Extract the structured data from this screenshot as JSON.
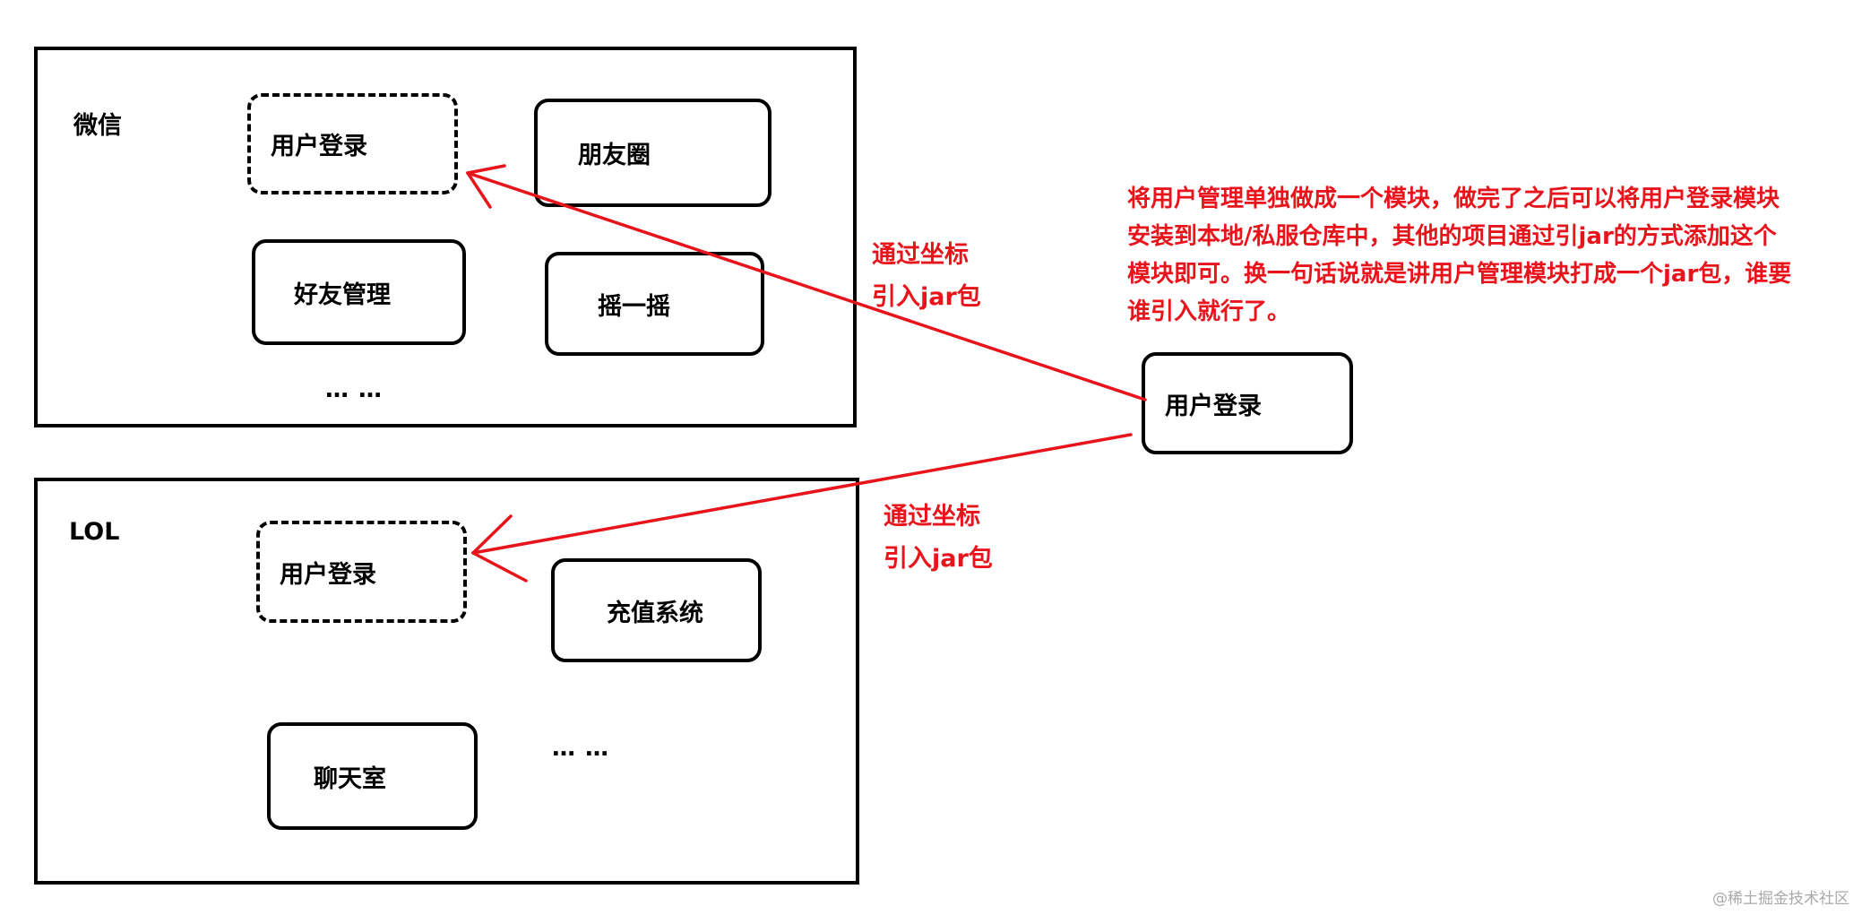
{
  "groups": {
    "wechat": {
      "label": "微信",
      "modules": {
        "login": "用户登录",
        "moments": "朋友圈",
        "friends": "好友管理",
        "shake": "摇一摇"
      },
      "ellipsis": "… …"
    },
    "lol": {
      "label": "LOL",
      "modules": {
        "login": "用户登录",
        "recharge": "充值系统",
        "chatroom": "聊天室"
      },
      "ellipsis": "… …"
    }
  },
  "standalone_module": "用户登录",
  "arrow_labels": {
    "top": {
      "line1": "通过坐标",
      "line2": "引入jar包"
    },
    "bottom": {
      "line1": "通过坐标",
      "line2": "引入jar包"
    }
  },
  "note": {
    "line1": "将用户管理单独做成一个模块，做完了之后可以将用户登录模块",
    "line2": "安装到本地/私服仓库中，其他的项目通过引jar的方式添加这个",
    "line3": "模块即可。换一句话说就是讲用户管理模块打成一个jar包，谁要",
    "line4": "谁引入就行了。"
  },
  "watermark": "@稀土掘金技术社区",
  "colors": {
    "accent": "#e8141c",
    "stroke": "#000000",
    "watermark": "#a9a9a9"
  }
}
